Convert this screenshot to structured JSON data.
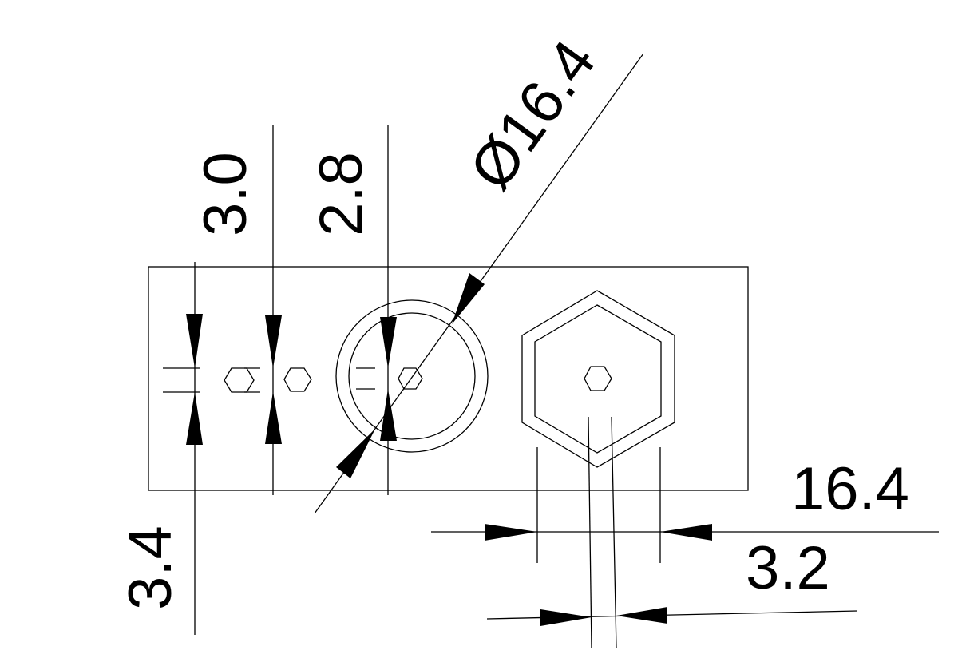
{
  "drawing": {
    "type": "technical-drawing",
    "dimensions": {
      "dim_3_4": "3.4",
      "dim_3_0": "3.0",
      "dim_2_8": "2.8",
      "dim_diameter": "Ø16.4",
      "dim_16_4": "16.4",
      "dim_3_2": "3.2"
    }
  }
}
